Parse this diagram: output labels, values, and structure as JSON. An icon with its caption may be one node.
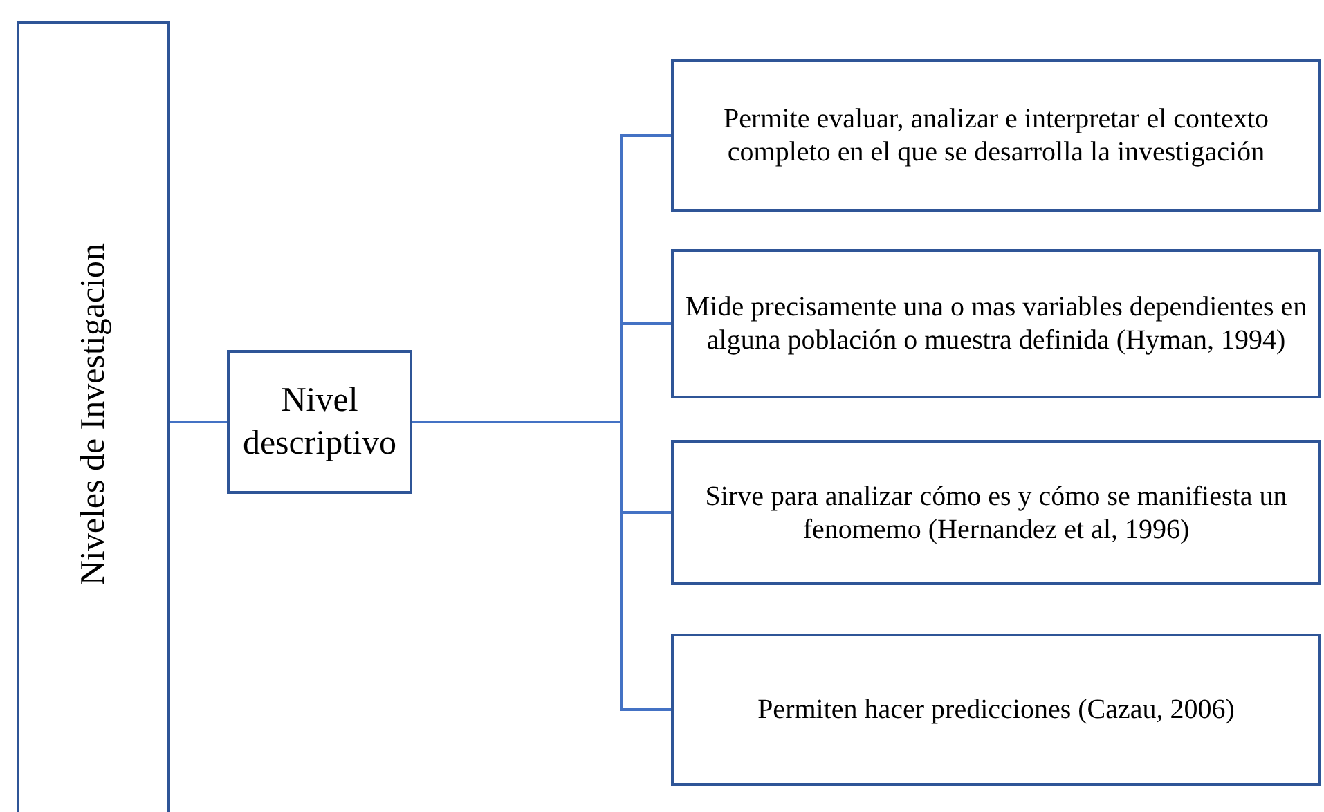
{
  "diagram": {
    "nodes": [
      {
        "text": [
          "Niveles de Investigacion"
        ]
      },
      {
        "text": [
          "Nivel descriptivo"
        ]
      },
      {
        "text": [
          "Permite evaluar, analizar e interpretar el contexto completo en el que se desarrolla la investigación"
        ]
      },
      {
        "text": [
          "Mide precisamente una o mas variables dependientes en alguna población o muestra definida (Hyman, 1994)"
        ]
      },
      {
        "text": [
          "Sirve para analizar cómo es y cómo se manifiesta un fenomemo (Hernandez et al, 1996)"
        ]
      },
      {
        "text": [
          "Permiten  hacer predicciones (Cazau, 2006)"
        ]
      }
    ],
    "edges": [
      {
        "from": 0,
        "to": 1,
        "arrow": "none"
      },
      {
        "from": 1,
        "to": 2,
        "arrow": "none"
      },
      {
        "from": 1,
        "to": 3,
        "arrow": "none"
      },
      {
        "from": 1,
        "to": 4,
        "arrow": "none"
      },
      {
        "from": 1,
        "to": 5,
        "arrow": "none"
      }
    ]
  }
}
